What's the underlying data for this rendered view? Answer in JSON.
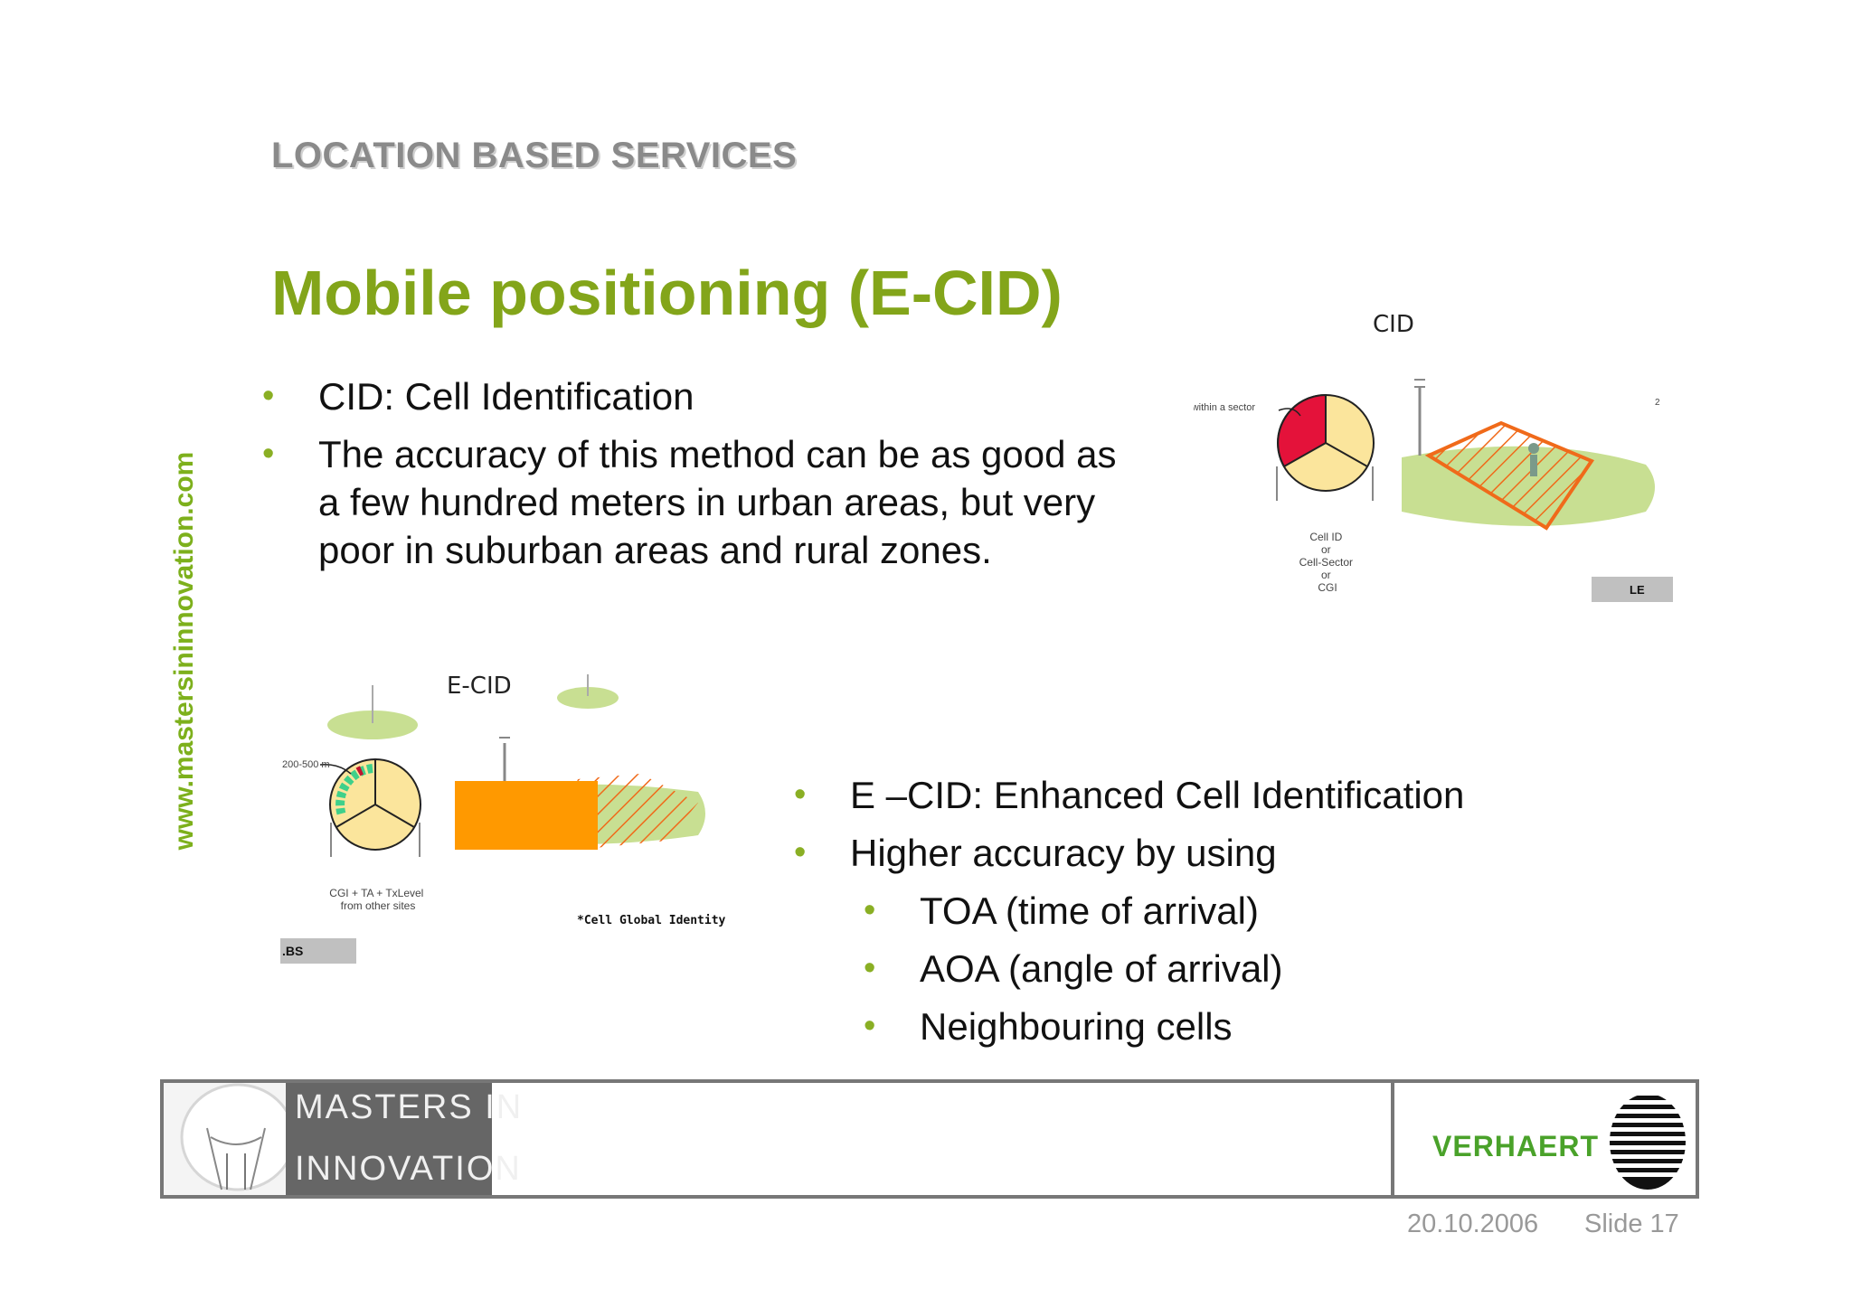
{
  "header": {
    "section_label": "LOCATION BASED SERVICES",
    "title": "Mobile positioning  (E-CID)"
  },
  "sidebar": {
    "url": "www.mastersininnovation.com"
  },
  "top_bullets": [
    "CID: Cell Identification",
    "The accuracy of this method can be as good as a few hundred meters in urban areas, but very poor in suburban areas and rural zones."
  ],
  "bottom_bullets": [
    {
      "text": "E –CID: Enhanced Cell Identification",
      "level": 1
    },
    {
      "text": "Higher accuracy by using",
      "level": 1
    },
    {
      "text": "TOA (time of arrival)",
      "level": 2
    },
    {
      "text": "AOA (angle of arrival)",
      "level": 2
    },
    {
      "text": "Neighbouring cells",
      "level": 2
    }
  ],
  "cid_figure": {
    "caption": "CID",
    "sector_label": "within a sector",
    "method_label_lines": [
      "Cell ID",
      "or",
      "Cell-Sector",
      "or",
      "CGI"
    ],
    "corner_number": "2",
    "badge_text": "LE"
  },
  "ecid_figure": {
    "caption": "E-CID",
    "range_label": "200-500 m",
    "method_label_lines": [
      "CGI + TA + TxLevel",
      "from other sites"
    ],
    "footnote": "*Cell Global Identity",
    "badge_text": ".BS"
  },
  "footer": {
    "logo_line1": "MASTERS  IN",
    "logo_line2": "INNOVATION",
    "brand": "VERHAERT",
    "date": "20.10.2006",
    "slide": "Slide 17"
  },
  "colors": {
    "title_green": "#83a51a",
    "url_green": "#7db01c",
    "brand_green": "#4aa22a",
    "sector_red": "#e4123a",
    "pie_yellow": "#fbe59c",
    "ground_green": "#c8df92",
    "hatch_orange": "#f06a1a",
    "redaction_orange": "#ff9900"
  }
}
